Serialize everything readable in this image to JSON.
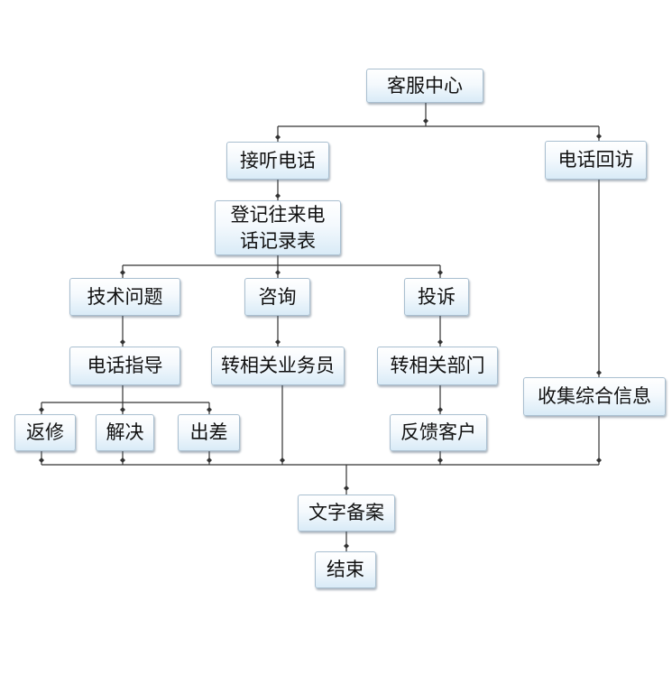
{
  "colors": {
    "line": "#333333",
    "node_border": "#a9bfd0",
    "node_fill_top": "#ffffff",
    "node_fill_bottom": "#d9ebf7",
    "text": "#111111"
  },
  "nodes": {
    "service_center": "客服中心",
    "answer_call": "接听电话",
    "callback": "电话回访",
    "call_log": "登记往来电\n话记录表",
    "tech_issue": "技术问题",
    "consult": "咨询",
    "complaint": "投诉",
    "phone_guidance": "电话指导",
    "transfer_sales": "转相关业务员",
    "transfer_dept": "转相关部门",
    "collect_info": "收集综合信息",
    "return_repair": "返修",
    "resolve": "解决",
    "business_trip": "出差",
    "customer_feedback": "反馈客户",
    "archive": "文字备案",
    "end": "结束"
  }
}
